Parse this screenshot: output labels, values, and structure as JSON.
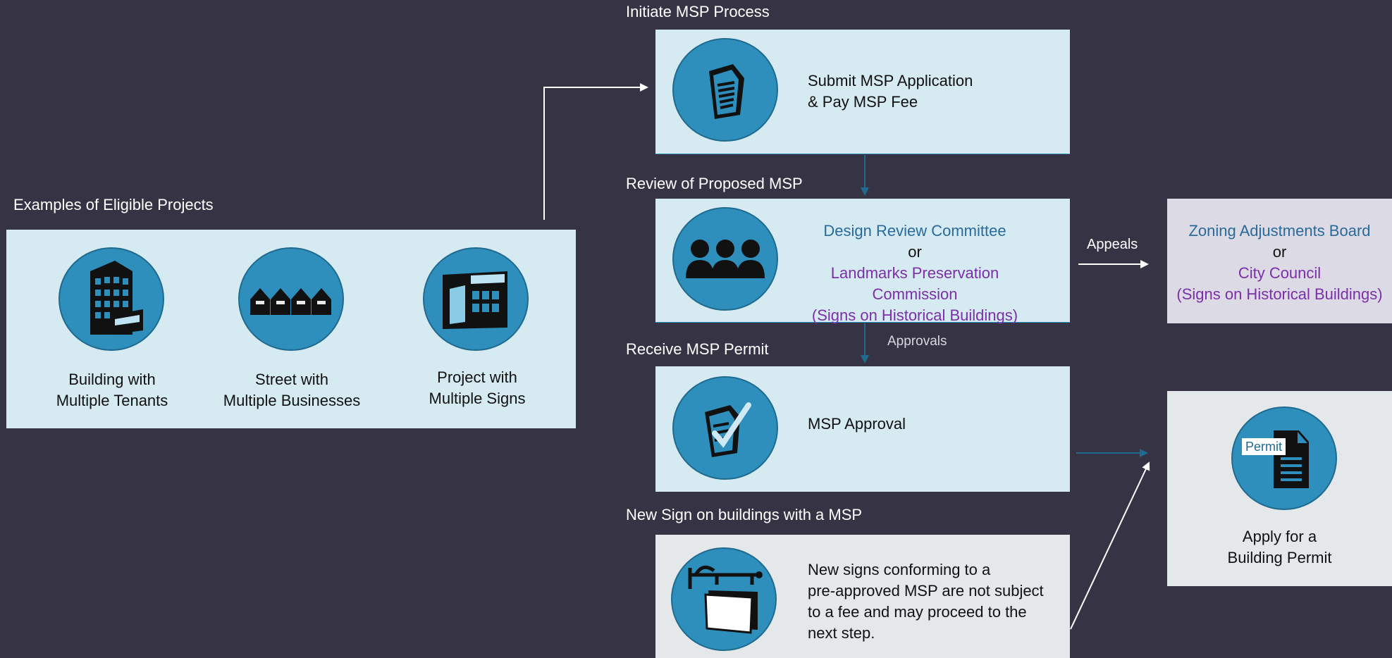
{
  "left_panel": {
    "heading": "Examples of Eligible Projects",
    "items": [
      {
        "icon": "office-building-icon",
        "line1": "Building with",
        "line2": "Multiple Tenants"
      },
      {
        "icon": "storefront-row-icon",
        "line1": "Street with",
        "line2": "Multiple Businesses"
      },
      {
        "icon": "storefront-icon",
        "line1": "Project with",
        "line2": "Multiple Signs"
      }
    ]
  },
  "steps": {
    "initiate": {
      "label": "Initiate MSP Process",
      "icon": "document-icon",
      "line1": "Submit MSP Application",
      "line2": "& Pay MSP Fee"
    },
    "review": {
      "label": "Review of Proposed MSP",
      "icon": "group-people-icon",
      "line1": "Design Review Committee",
      "or": "or",
      "line2": "Landmarks Preservation Commission",
      "line3": "(Signs on Historical Buildings)"
    },
    "receive": {
      "label": "Receive MSP Permit",
      "icon": "approved-document-icon",
      "text": "MSP Approval"
    },
    "new_sign": {
      "label": "New Sign on buildings with a MSP",
      "icon": "hanging-sign-icon",
      "lines": [
        "New signs conforming to a",
        "pre-approved MSP are not subject",
        "to a fee and may proceed to the",
        "next step."
      ]
    }
  },
  "appeals": {
    "arrow_label": "Appeals",
    "line1": "Zoning Adjustments Board",
    "or": "or",
    "line2": "City Council",
    "line3": "(Signs on Historical Buildings)"
  },
  "approvals_label": "Approvals",
  "building_permit": {
    "icon": "permit-document-icon",
    "badge": "Permit",
    "line1": "Apply for a",
    "line2": "Building Permit"
  },
  "colors": {
    "background": "#353344",
    "box_light_blue": "#d5eaf1",
    "circle_blue": "#2e8fbd",
    "connector_blue": "#1f6a8f",
    "text_blue": "#2a6a9a",
    "text_purple": "#7b2fa8"
  }
}
